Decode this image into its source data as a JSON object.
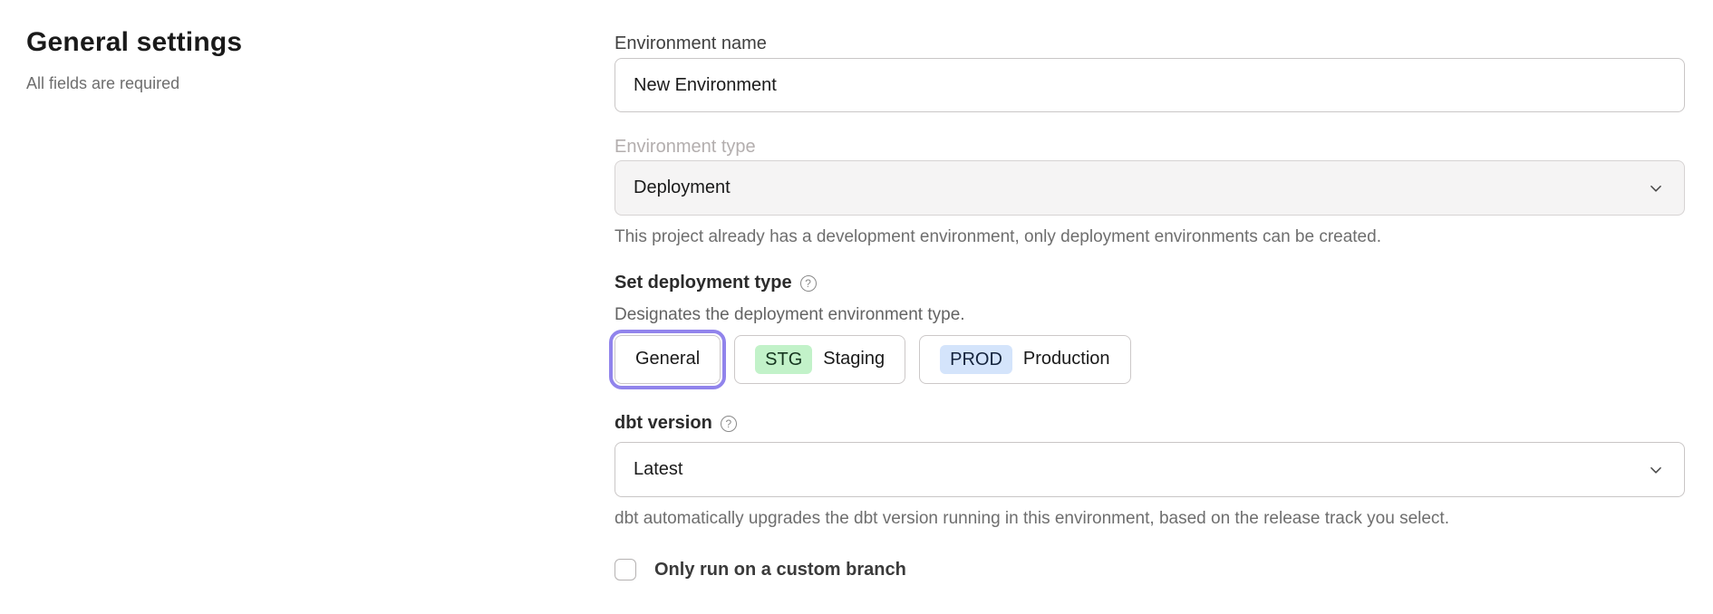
{
  "page": {
    "title": "General settings",
    "subtitle": "All fields are required"
  },
  "icons": {
    "help_glyph": "?"
  },
  "form": {
    "environment_name": {
      "label": "Environment name",
      "value": "New Environment"
    },
    "environment_type": {
      "label": "Environment type",
      "value": "Deployment",
      "disabled": true,
      "helper": "This project already has a development environment, only deployment environments can be created."
    },
    "deployment_type": {
      "label": "Set deployment type",
      "description": "Designates the deployment environment type.",
      "options": [
        {
          "label": "General",
          "selected": true
        },
        {
          "badge": "STG",
          "label": "Staging",
          "badge_color": "#c2f2c9",
          "selected": false
        },
        {
          "badge": "PROD",
          "label": "Production",
          "badge_color": "#d4e4fb",
          "selected": false
        }
      ]
    },
    "dbt_version": {
      "label": "dbt version",
      "value": "Latest",
      "helper": "dbt automatically upgrades the dbt version running in this environment, based on the release track you select."
    },
    "custom_branch": {
      "label": "Only run on a custom branch",
      "checked": false
    }
  },
  "colors": {
    "accent": "#9184ec",
    "staging_badge": "#c2f2c9",
    "production_badge": "#d4e4fb",
    "disabled_field_bg": "#f5f4f4"
  }
}
